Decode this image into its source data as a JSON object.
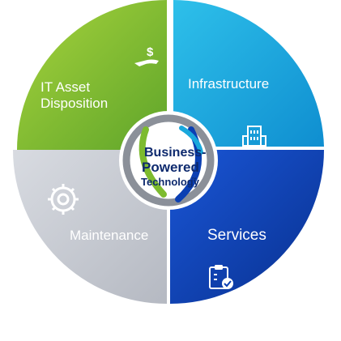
{
  "colors": {
    "asset": "#7dbb2e",
    "infrastructure": "#1aa8dc",
    "services": "#0b3fb3",
    "maintenance": "#c9ccd3",
    "hub_ring": "#8b9099",
    "hub_text": "#0e2a6e"
  },
  "quadrants": {
    "asset_line1": "IT Asset",
    "asset_line2": "Disposition",
    "infrastructure": "Infrastructure",
    "services": "Services",
    "maintenance": "Maintenance"
  },
  "icons": {
    "asset": "money-hand-icon",
    "infrastructure": "building-icon",
    "services": "clipboard-check-icon",
    "maintenance": "gear-wrench-icon"
  },
  "hub": {
    "line1": "Business-",
    "line2": "Powered",
    "line3": "Technology",
    "mark": "™"
  }
}
